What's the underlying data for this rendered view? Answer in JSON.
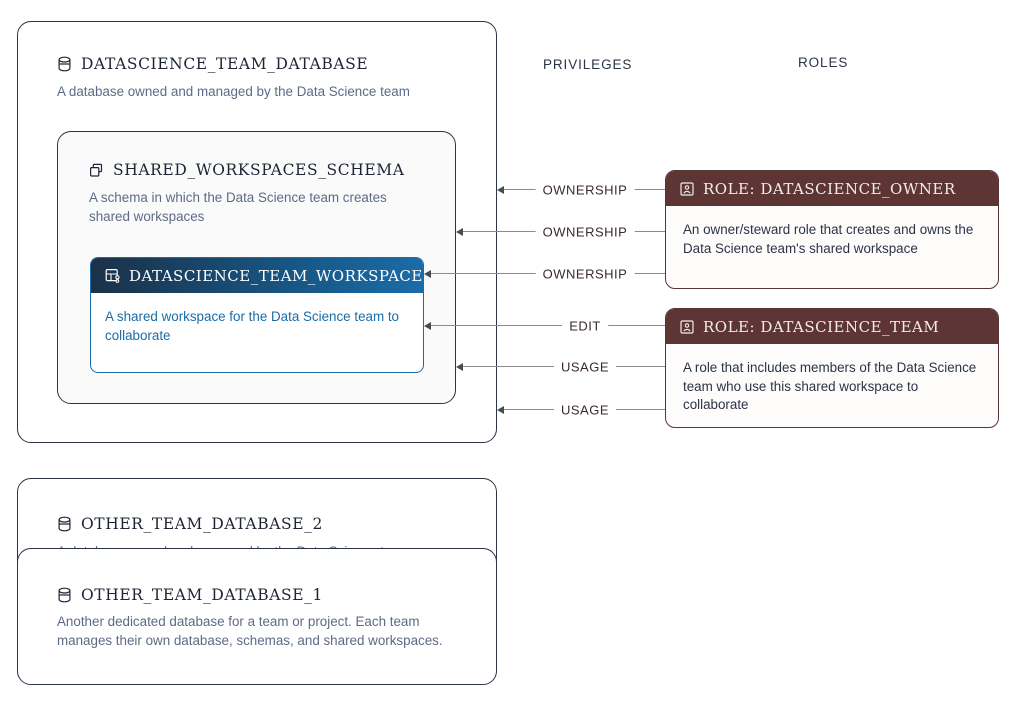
{
  "columns": {
    "privileges": "PRIVILEGES",
    "roles": "ROLES"
  },
  "databases": [
    {
      "id": "datascience-team-database",
      "icon": "database-icon",
      "title": "DATASCIENCE_TEAM_DATABASE",
      "description": "A database owned and managed by the Data Science team"
    },
    {
      "id": "other-team-database-2",
      "icon": "database-icon",
      "title": "OTHER_TEAM_DATABASE_2",
      "description": "A database owned and managed by the Data Science team"
    },
    {
      "id": "other-team-database-1",
      "icon": "database-icon",
      "title": "OTHER_TEAM_DATABASE_1",
      "description": "Another dedicated database for a team or project. Each team manages their own database, schemas, and shared workspaces."
    }
  ],
  "schema": {
    "icon": "schema-icon",
    "title": "SHARED_WORKSPACES_SCHEMA",
    "description": "A schema in which the Data Science team creates shared workspaces"
  },
  "workspace": {
    "icon": "workspace-icon",
    "title": "DATASCIENCE_TEAM_WORKSPACE",
    "description": "A shared workspace for the Data Science team to collaborate"
  },
  "roles": [
    {
      "id": "datascience-owner",
      "icon": "role-icon",
      "title": "ROLE: DATASCIENCE_OWNER",
      "description": "An owner/steward role that creates and owns the Data Science team's shared workspace"
    },
    {
      "id": "datascience-team",
      "icon": "role-icon",
      "title": "ROLE: DATASCIENCE_TEAM",
      "description": "A role that includes members of the Data Science team who use this shared workspace to collaborate"
    }
  ],
  "privileges": [
    {
      "id": "ownership-db",
      "label": "OWNERSHIP"
    },
    {
      "id": "ownership-schema",
      "label": "OWNERSHIP"
    },
    {
      "id": "ownership-workspace",
      "label": "OWNERSHIP"
    },
    {
      "id": "edit-workspace",
      "label": "EDIT"
    },
    {
      "id": "usage-schema",
      "label": "USAGE"
    },
    {
      "id": "usage-database",
      "label": "USAGE"
    }
  ],
  "colors": {
    "card_border": "#2b3445",
    "workspace_border": "#1a6ca8",
    "workspace_gradient_start": "#1b3148",
    "workspace_gradient_end": "#1a6ca8",
    "role_header": "#5c3534",
    "description_text": "#5e6a85",
    "edge": "#8c8c8c"
  }
}
